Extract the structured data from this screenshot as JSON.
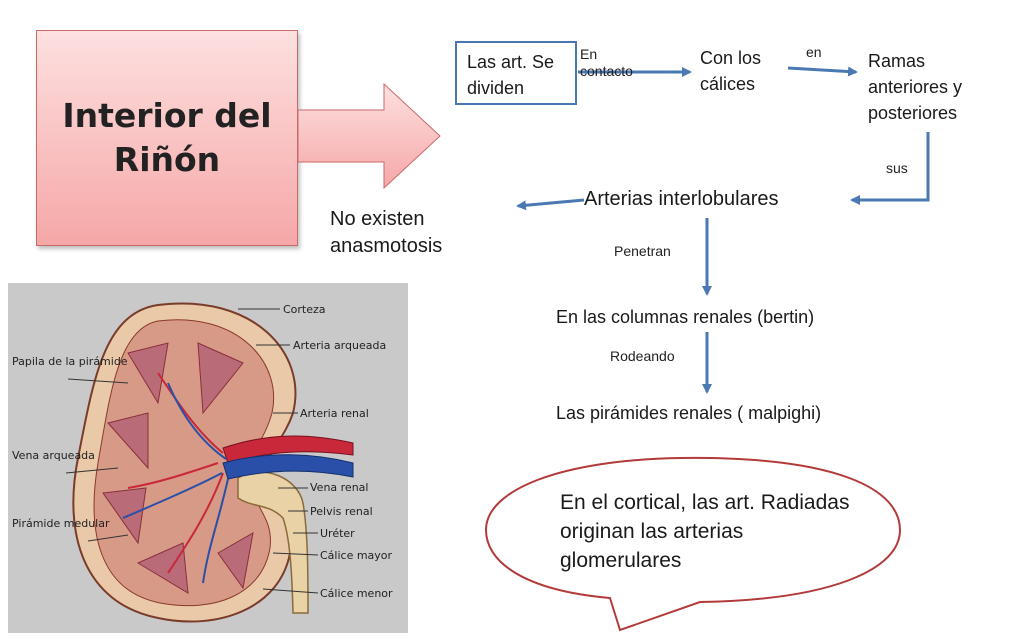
{
  "title": {
    "line1": "Interior del",
    "line2": "Riñón"
  },
  "flow": {
    "node_divide": "Las art. Se dividen",
    "edge_contact": "En contacto",
    "node_calices": "Con los cálices",
    "edge_en": "en",
    "node_ramas": "Ramas anteriores y posteriores",
    "edge_sus": "sus",
    "node_interlobular": "Arterias interlobulares",
    "node_no_anas": "No existen anasmotosis",
    "edge_penetran": "Penetran",
    "node_columnas": "En las columnas renales (bertin)",
    "edge_rodeando": "Rodeando",
    "node_piramides": "Las pirámides renales ( malpighi)"
  },
  "callout": {
    "text": "En el cortical, las art. Radiadas originan las arterias glomerulares"
  },
  "kidney_labels": {
    "corteza": "Corteza",
    "arteria_arqueada": "Arteria arqueada",
    "papila": "Papila de la pirámide",
    "arteria_renal": "Arteria renal",
    "vena_arqueada": "Vena arqueada",
    "vena_renal": "Vena renal",
    "pelvis_renal": "Pelvis renal",
    "piramide_medular": "Pirámide medular",
    "ureter": "Uréter",
    "calice_mayor": "Cálice mayor",
    "calice_menor": "Cálice menor"
  },
  "colors": {
    "arrow": "#4a78b3",
    "title_fill": "#f6a7a7",
    "callout_border": "#b33a3a"
  }
}
